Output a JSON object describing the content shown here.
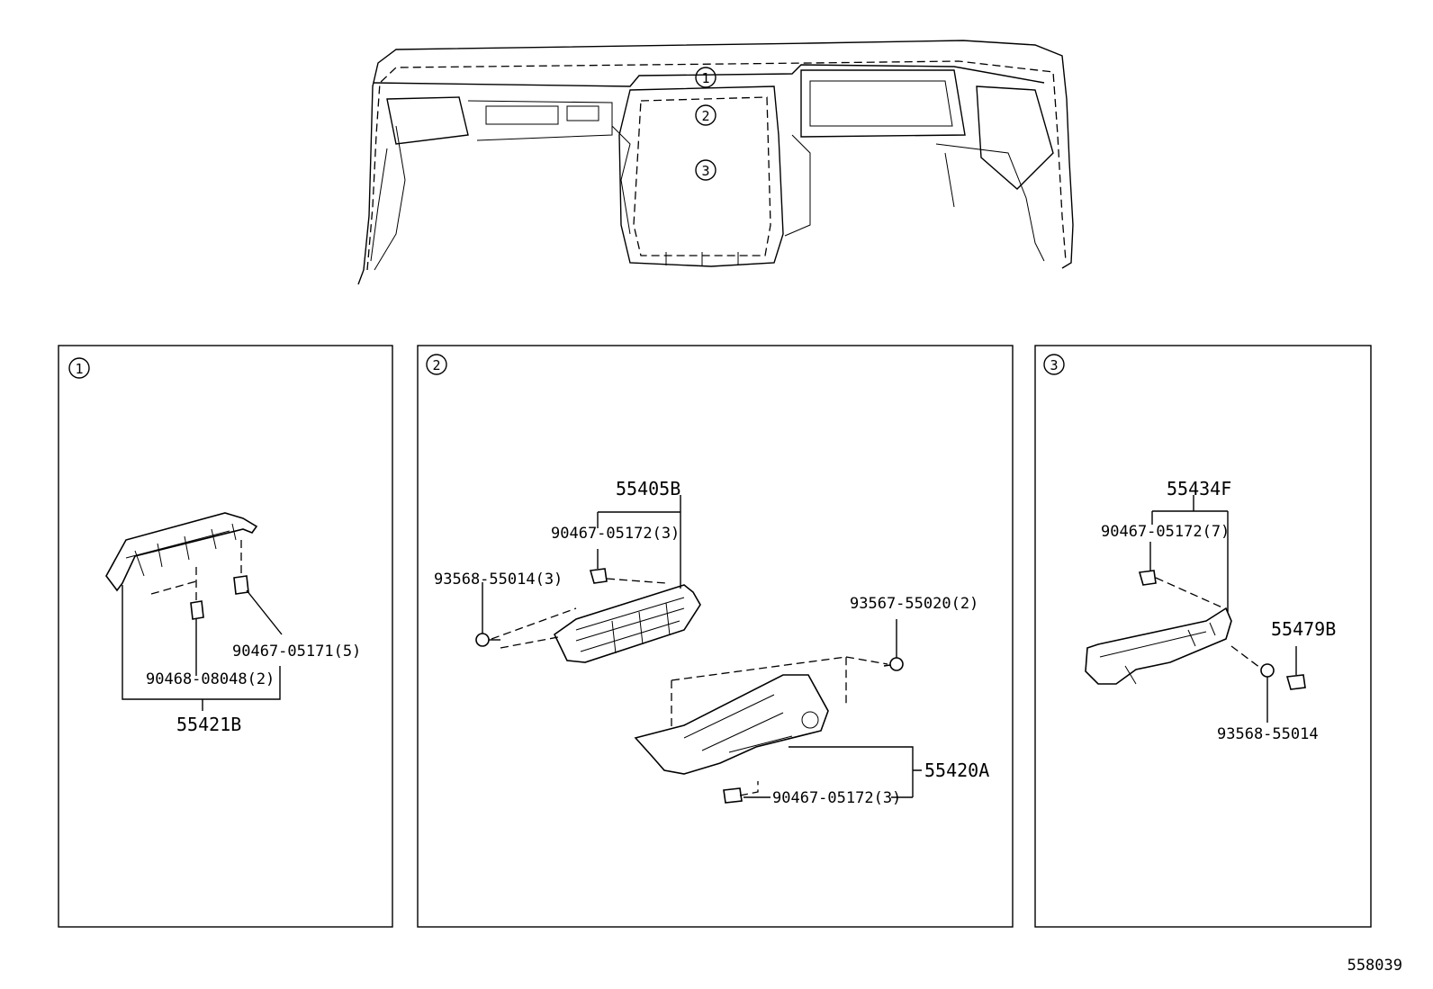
{
  "callouts": {
    "c1": "1",
    "c2": "2",
    "c3": "3"
  },
  "panel1": {
    "badge": "1",
    "assembly": "55421B",
    "clip_a": "90467-05171(5)",
    "clip_b": "90468-08048(2)"
  },
  "panel2": {
    "badge": "2",
    "upper_assembly": "55405B",
    "upper_clip": "90467-05172(3)",
    "screw_left": "93568-55014(3)",
    "screw_right": "93567-55020(2)",
    "lower_assembly": "55420A",
    "lower_clip": "90467-05172(3)"
  },
  "panel3": {
    "badge": "3",
    "assembly": "55434F",
    "clip": "90467-05172(7)",
    "cap": "55479B",
    "screw": "93568-55014"
  },
  "figure_id": "558039"
}
